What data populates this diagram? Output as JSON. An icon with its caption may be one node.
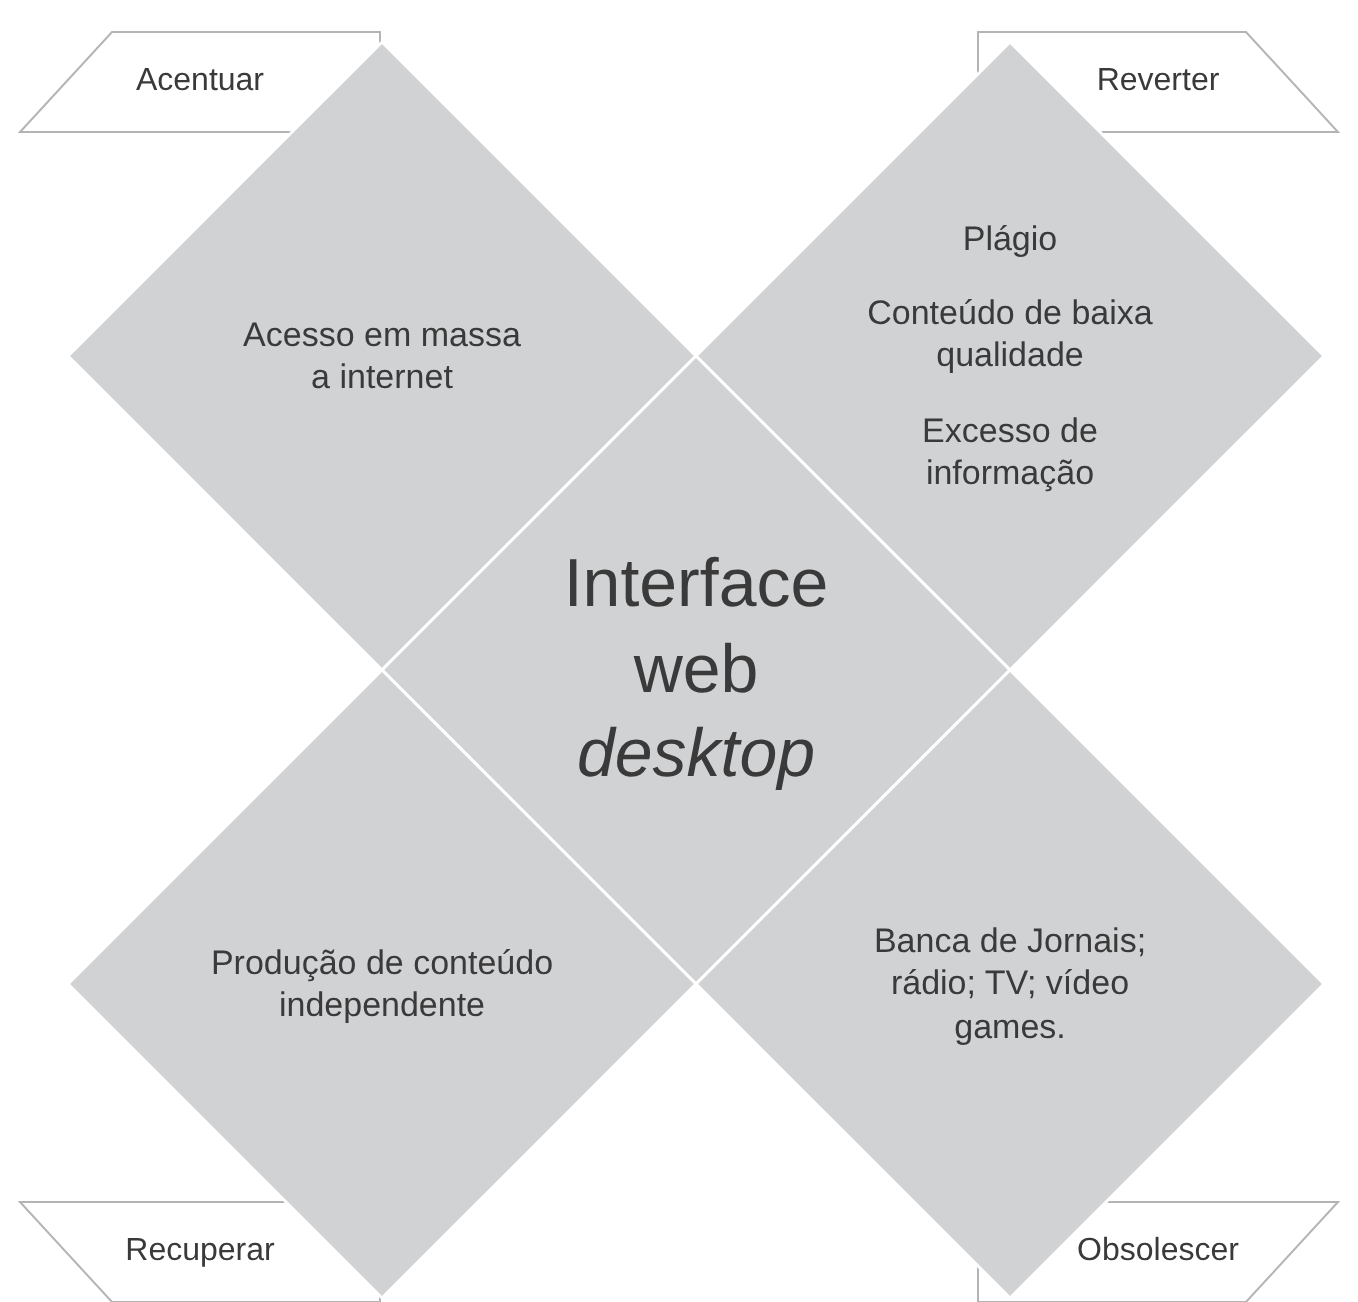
{
  "diagram": {
    "nodes": [
      {
        "text": [
          "Acentuar"
        ]
      },
      {
        "text": [
          "Reverter"
        ]
      },
      {
        "text": [
          "Acesso em massa a internet"
        ]
      },
      {
        "text": [
          "Plágio",
          "Conteúdo de baixa qualidade",
          "Excesso de informação"
        ]
      },
      {
        "text": [
          "Interface web *desktop*"
        ]
      },
      {
        "text": [
          "Produção de conteúdo independente"
        ]
      },
      {
        "text": [
          "Banca de Jornais; rádio; TV; vídeo games."
        ]
      },
      {
        "text": [
          "Recuperar"
        ]
      },
      {
        "text": [
          "Obsolescer"
        ]
      }
    ]
  }
}
